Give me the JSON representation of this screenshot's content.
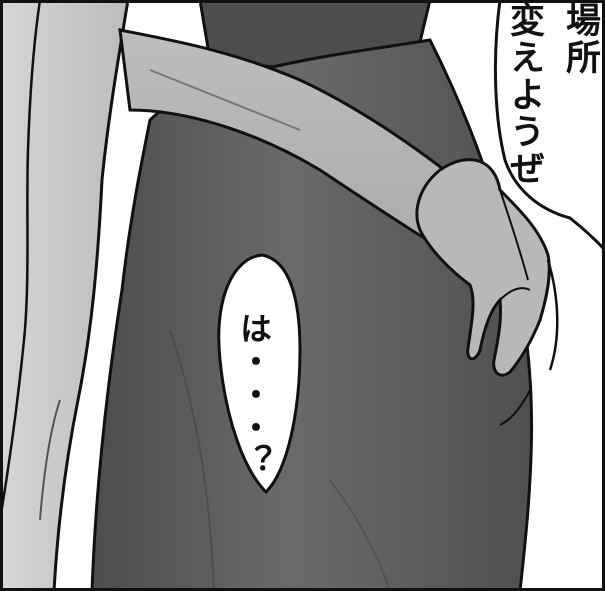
{
  "panel": {
    "speech_top": {
      "line1": "場所",
      "line2": "変えようぜ"
    },
    "speech_middle": {
      "text": "は・・・？"
    }
  },
  "colors": {
    "ink": "#111111",
    "skirt": "#5c5c5c",
    "skin": "#c4c4c4",
    "background": "#ffffff"
  }
}
